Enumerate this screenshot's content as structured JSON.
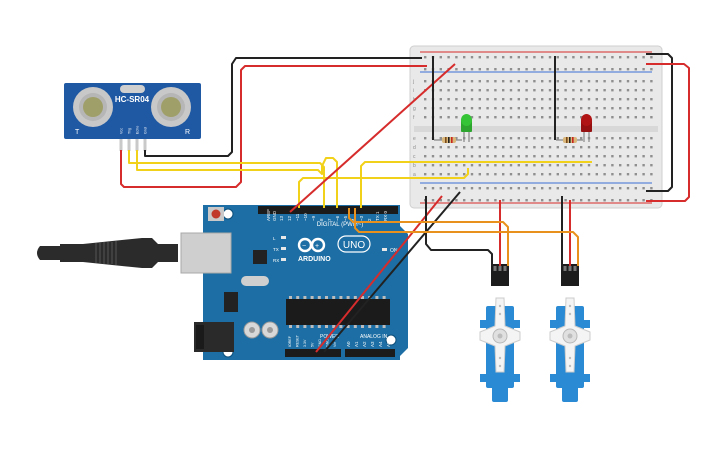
{
  "sensor": {
    "model": "HC-SR04",
    "left_label": "T",
    "right_label": "R",
    "pins": [
      "Vcc",
      "Trig",
      "Echo",
      "Gnd"
    ]
  },
  "arduino": {
    "logo_text": "ARDUINO",
    "model_badge": "UNO",
    "digital_header": "DIGITAL (PWM~)",
    "power_header": "POWER",
    "analog_header": "ANALOG IN",
    "aref": "AREF",
    "gnd": "GND",
    "digital_pins": [
      "13",
      "12",
      "~11",
      "~10",
      "~9",
      "8",
      "7",
      "~6",
      "~5",
      "4",
      "~3",
      "2",
      "TX 1",
      "RX 0"
    ],
    "analog_pins": [
      "A0",
      "A1",
      "A2",
      "A3",
      "A4",
      "A5"
    ],
    "power_pins": [
      "IOREF",
      "RESET",
      "3.3V",
      "5V",
      "GND",
      "GND",
      "Vin"
    ],
    "led_labels": [
      "L",
      "TX",
      "RX"
    ],
    "on_label": "ON"
  },
  "breadboard": {
    "row_letters_top": [
      "j",
      "i",
      "h",
      "g",
      "f"
    ],
    "row_letters_bottom": [
      "e",
      "d",
      "c",
      "b",
      "a"
    ],
    "column_numbers": [
      "1",
      "5",
      "10",
      "15",
      "20",
      "25",
      "30"
    ]
  },
  "components": {
    "led_green": "#35c435",
    "led_red": "#b01414",
    "servo_color": "#2a8bd4"
  },
  "wire_colors": {
    "red": "#d62c2c",
    "black": "#222222",
    "yellow": "#f2d11a",
    "orange": "#e8911c"
  },
  "cable": {
    "usb_body": "#2b2b2b",
    "usb_connector": "#cfcfcf"
  }
}
